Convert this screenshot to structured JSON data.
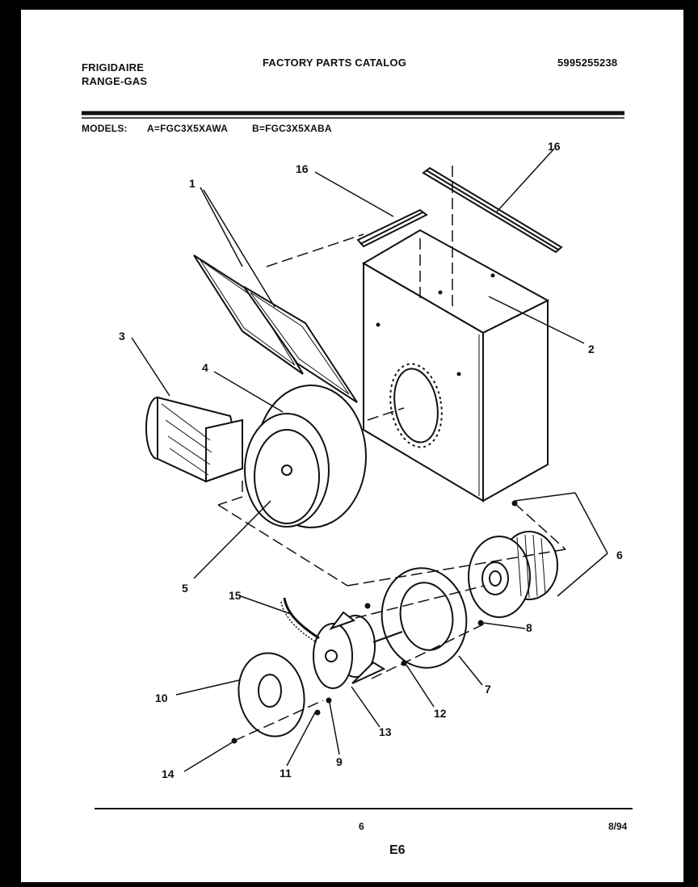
{
  "header": {
    "brand": "FRIGIDAIRE",
    "product": "RANGE-GAS",
    "catalog_title": "FACTORY PARTS CATALOG",
    "catalog_number": "5995255238",
    "models_label": "MODELS:",
    "model_a": "A=FGC3X5XAWA",
    "model_b": "B=FGC3X5XABA"
  },
  "callouts": [
    "1",
    "2",
    "3",
    "4",
    "5",
    "6",
    "7",
    "8",
    "9",
    "10",
    "11",
    "12",
    "13",
    "14",
    "15",
    "16",
    "16"
  ],
  "footer": {
    "page_number": "6",
    "date": "8/94",
    "section": "E6"
  }
}
